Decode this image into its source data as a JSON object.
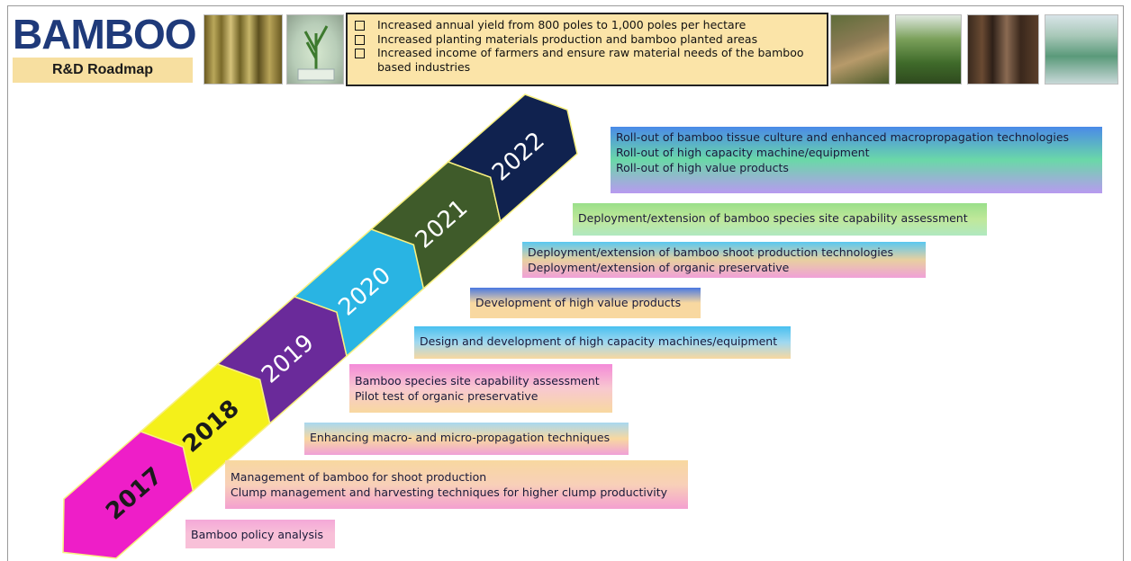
{
  "header": {
    "title": "BAMBOO",
    "subtitle": "R&D Roadmap",
    "goals": [
      "Increased annual yield from 800 poles to 1,000 poles per hectare",
      "Increased planting materials production and bamboo planted areas",
      "Increased income of farmers and ensure raw material needs of the bamboo",
      "based industries"
    ]
  },
  "timeline": {
    "years": [
      "2017",
      "2018",
      "2019",
      "2020",
      "2021",
      "2022"
    ],
    "colors": [
      "#ee1ec8",
      "#f4f01a",
      "#6a2a9a",
      "#29b4e3",
      "#3f5b2a",
      "#10224f"
    ],
    "text_colors": [
      "#1a1a1a",
      "#1a1a1a",
      "#ffffff",
      "#ffffff",
      "#ffffff",
      "#ffffff"
    ]
  },
  "activities": [
    {
      "lines": [
        "Roll-out of bamboo tissue culture and enhanced macropropagation technologies",
        "Roll-out of high capacity machine/equipment",
        "Roll-out of high value products"
      ],
      "gradient": [
        "#4a8ae8",
        "#6ad8a8",
        "#b89af0"
      ]
    },
    {
      "lines": [
        "Deployment/extension of bamboo species site capability assessment"
      ],
      "gradient": [
        "#9adf8a",
        "#c0e89a",
        "#b0e8c0"
      ]
    },
    {
      "lines": [
        "Deployment/extension of bamboo shoot production technologies",
        "Deployment/extension of organic preservative"
      ],
      "gradient": [
        "#5ac8f0",
        "#e8d0a0",
        "#f0a0d8"
      ]
    },
    {
      "lines": [
        "Development of high value products"
      ],
      "gradient": [
        "#4a78e0",
        "#f8d8a0",
        "#f8d8a0"
      ]
    },
    {
      "lines": [
        "Design and development of high capacity machines/equipment"
      ],
      "gradient": [
        "#48c0f0",
        "#a0d8f0",
        "#f8d8a0"
      ]
    },
    {
      "lines": [
        "Bamboo species site capability assessment",
        "Pilot test of organic preservative"
      ],
      "gradient": [
        "#f48ad8",
        "#f8c8d0",
        "#f8d8a0"
      ]
    },
    {
      "lines": [
        "Enhancing macro- and micro-propagation techniques"
      ],
      "gradient": [
        "#a8d8f0",
        "#f8d8a0",
        "#f0a0d8"
      ]
    },
    {
      "lines": [
        "Management of bamboo for shoot production",
        "Clump management and harvesting techniques for higher clump productivity"
      ],
      "gradient": [
        "#f8d8a0",
        "#f8d0b8",
        "#f4a0d0"
      ]
    },
    {
      "lines": [
        "Bamboo policy analysis"
      ],
      "gradient": [
        "#f4a8d8",
        "#f8c0d8",
        "#f8c0d8"
      ]
    }
  ]
}
